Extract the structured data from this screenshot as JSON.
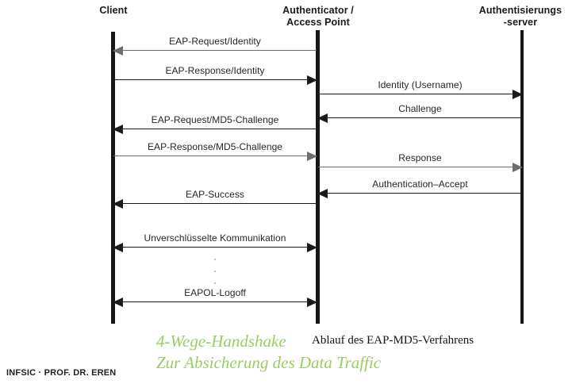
{
  "diagram": {
    "title_caption_black": "Ablauf des EAP-MD5-Verfahrens",
    "caption_green_line1": "4-Wege-Handshake",
    "caption_green_line2": "Zur Absicherung des Data Traffic",
    "footer": "INFSIC · PROF. DR. EREN",
    "accent_green": "#9ccc63",
    "line_black": "#1a1a1a",
    "line_gray": "#6e6e6e",
    "ellipsis_char": "·"
  },
  "lifelines": [
    {
      "id": "client",
      "label_line1": "Client",
      "label_line2": ""
    },
    {
      "id": "authenticator",
      "label_line1": "Authenticator /",
      "label_line2": "Access Point"
    },
    {
      "id": "auth-server",
      "label_line1": "Authentisierungs",
      "label_line2": "-server"
    }
  ],
  "messages": [
    {
      "id": "eap-request-identity",
      "label": "EAP-Request/Identity",
      "from": "authenticator",
      "to": "client",
      "direction": "left",
      "color": "gray"
    },
    {
      "id": "eap-response-identity",
      "label": "EAP-Response/Identity",
      "from": "client",
      "to": "authenticator",
      "direction": "right",
      "color": "black"
    },
    {
      "id": "identity-username",
      "label": "Identity (Username)",
      "from": "authenticator",
      "to": "auth-server",
      "direction": "right",
      "color": "black"
    },
    {
      "id": "challenge",
      "label": "Challenge",
      "from": "auth-server",
      "to": "authenticator",
      "direction": "left",
      "color": "black"
    },
    {
      "id": "eap-request-md5-challenge",
      "label": "EAP-Request/MD5-Challenge",
      "from": "authenticator",
      "to": "client",
      "direction": "left",
      "color": "black"
    },
    {
      "id": "eap-response-md5-challenge",
      "label": "EAP-Response/MD5-Challenge",
      "from": "client",
      "to": "authenticator",
      "direction": "right",
      "color": "gray"
    },
    {
      "id": "response",
      "label": "Response",
      "from": "authenticator",
      "to": "auth-server",
      "direction": "right",
      "color": "gray"
    },
    {
      "id": "authentication-accept",
      "label": "Authentication–Accept",
      "from": "auth-server",
      "to": "authenticator",
      "direction": "left",
      "color": "black"
    },
    {
      "id": "eap-success",
      "label": "EAP-Success",
      "from": "authenticator",
      "to": "client",
      "direction": "left",
      "color": "black"
    },
    {
      "id": "unverschluesselte-kommunikation",
      "label": "Unverschlüsselte Kommunikation",
      "from": "client",
      "to": "authenticator",
      "direction": "both",
      "color": "black"
    },
    {
      "id": "eapol-logoff",
      "label": "EAPOL-Logoff",
      "from": "client",
      "to": "authenticator",
      "direction": "both",
      "color": "black"
    }
  ]
}
